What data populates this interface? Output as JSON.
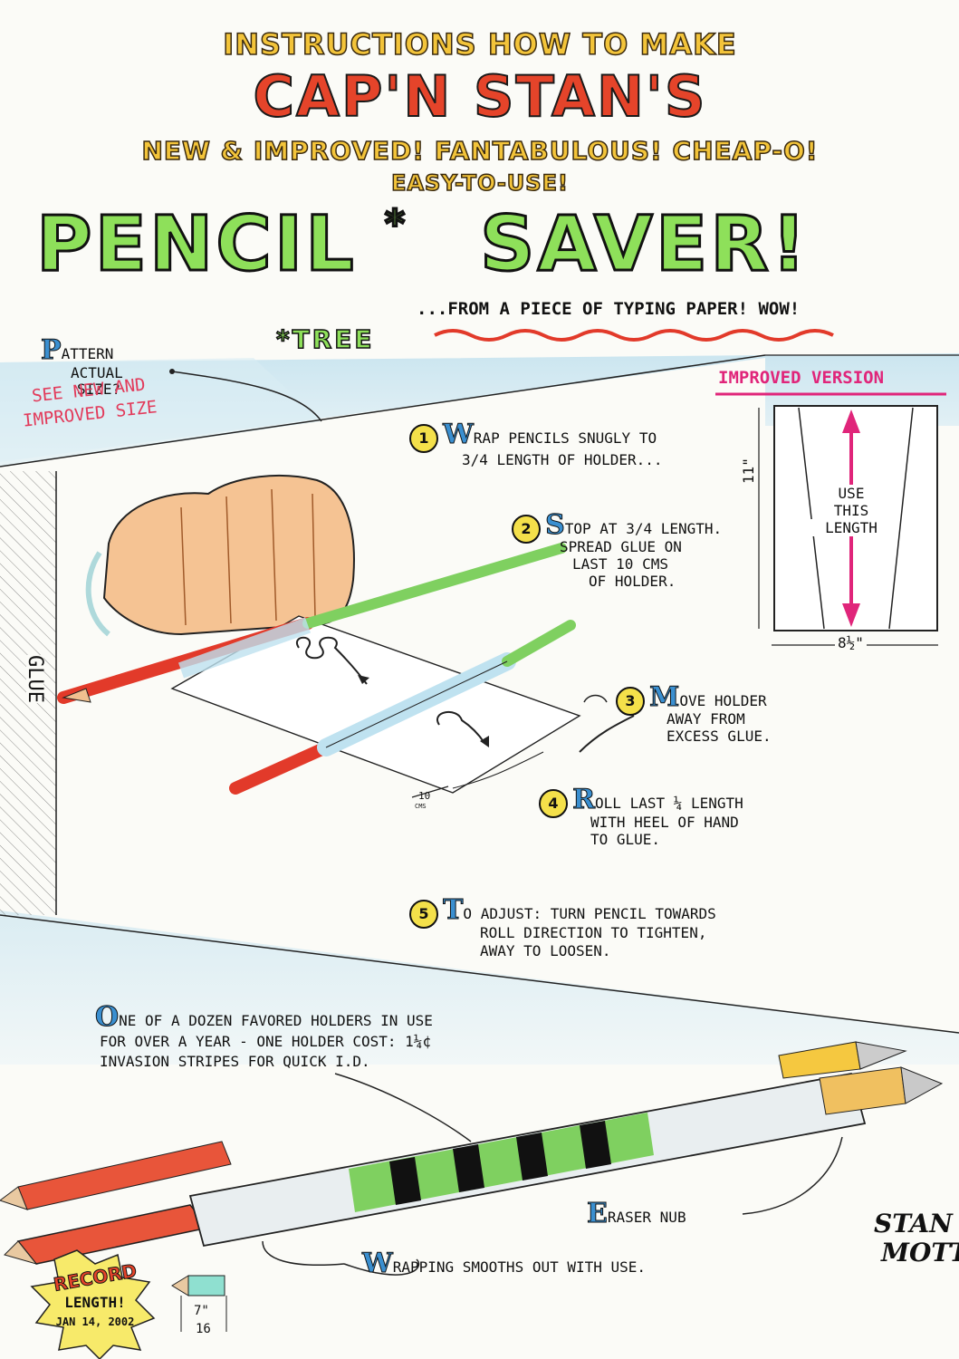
{
  "header": {
    "line1": "INSTRUCTIONS HOW TO MAKE",
    "line2": "CAP'N STAN'S",
    "line3": "NEW & IMPROVED! FANTABULOUS! CHEAP-O!",
    "line4": "EASY-TO-USE!",
    "line5": "PENCIL",
    "asterisk": "*",
    "line5b": "SAVER!",
    "sub": "...FROM A PIECE OF TYPING PAPER! WOW!",
    "tree": "*TREE"
  },
  "pattern": {
    "cap": "P",
    "rest": "ATTERN",
    "line2": "ACTUAL",
    "line3": "SIZE?",
    "note1": "SEE NEW AND",
    "note2": "IMPROVED SIZE"
  },
  "improved": {
    "title": "IMPROVED VERSION",
    "height": "11\"",
    "use1": "USE",
    "use2": "THIS",
    "use3": "LENGTH",
    "width": "8½\""
  },
  "glue_label": "GLUE",
  "steps": [
    {
      "num": "1",
      "cap": "W",
      "text1": "RAP PENCILS SNUGLY TO",
      "text2": "3/4 LENGTH OF HOLDER..."
    },
    {
      "num": "2",
      "cap": "S",
      "text1": "TOP AT 3/4 LENGTH.",
      "text2": "SPREAD GLUE ON",
      "text3": "LAST 10 CMS",
      "text4": "OF HOLDER."
    },
    {
      "num": "3",
      "cap": "M",
      "text1": "OVE HOLDER",
      "text2": "AWAY FROM",
      "text3": "EXCESS GLUE."
    },
    {
      "num": "4",
      "cap": "R",
      "text1": "OLL LAST ¼ LENGTH",
      "text2": "WITH HEEL OF HAND",
      "text3": "TO GLUE."
    },
    {
      "num": "5",
      "cap": "T",
      "text1": "O ADJUST: TURN PENCIL TOWARDS",
      "text2": "ROLL DIRECTION TO TIGHTEN,",
      "text3": "AWAY TO LOOSEN."
    }
  ],
  "cms_label": "10",
  "cms_unit": "CMS",
  "note": {
    "cap": "O",
    "line1": "NE OF A DOZEN FAVORED HOLDERS IN USE",
    "line2": "FOR OVER A YEAR - ONE HOLDER COST: 1¼¢",
    "line3": "INVASION STRIPES FOR QUICK I.D."
  },
  "eraser": {
    "cap": "E",
    "text": "RASER NUB"
  },
  "wrapping": {
    "cap": "W",
    "text": "RAPPING SMOOTHS OUT WITH USE."
  },
  "record": {
    "line1": "RECORD",
    "line2": "LENGTH!",
    "line3": "JAN 14, 2002"
  },
  "stub_size": {
    "num": "7\"",
    "den": "16"
  },
  "signature": {
    "line1": "STAN",
    "line2": "MOTT"
  },
  "colors": {
    "red": "#e5442a",
    "yellow": "#f3c43a",
    "green": "#8ee05a",
    "sky": "#cfe6f0",
    "magenta": "#e0257a",
    "blue": "#3a8fd0"
  }
}
